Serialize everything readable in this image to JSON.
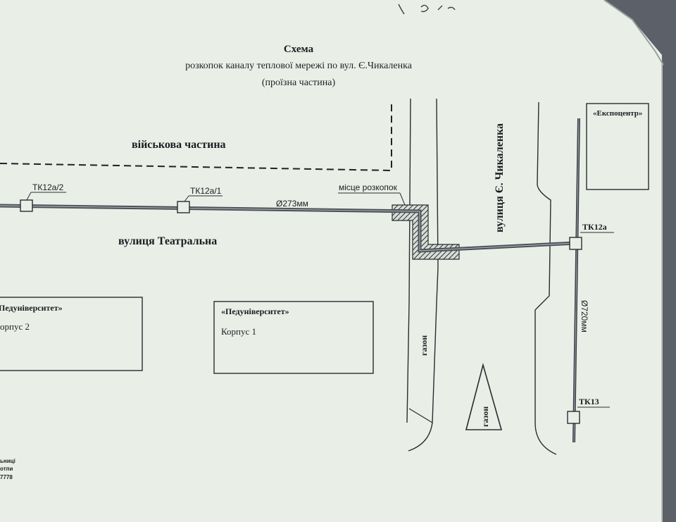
{
  "title": "Схема",
  "subtitle": "розкопок каналу теплової мережі по вул. Є.Чикаленка",
  "subtitle2": "(проїзна частина)",
  "labels": {
    "military": "військова частина",
    "street_teatralna": "вулиця Театральна",
    "street_chykalenka": "вулиця Є. Чикаленка",
    "excavation": "місце розкопок",
    "pipe_273": "Ø273мм",
    "pipe_720": "Ø720мм",
    "gazon": "газон",
    "expocenter": "«Експоцентр»",
    "univ_2_title": "Педуніверситет»",
    "univ_2_corpus": "орпус 2",
    "univ_1_title": "«Педуніверситет»",
    "univ_1_corpus": "Корпус 1",
    "stamp_line1": "ьниці",
    "stamp_line2": "отпи",
    "stamp_line3": "7778"
  },
  "nodes": {
    "tk12a_2": "ТК12а/2",
    "tk12a_1": "ТК12а/1",
    "tk12a": "ТК12а",
    "tk13": "ТК13"
  },
  "colors": {
    "paper": "#e9efe6",
    "ink": "#1a1c22",
    "pipe": "#4a4e58",
    "hatch": "#2a2c32"
  }
}
